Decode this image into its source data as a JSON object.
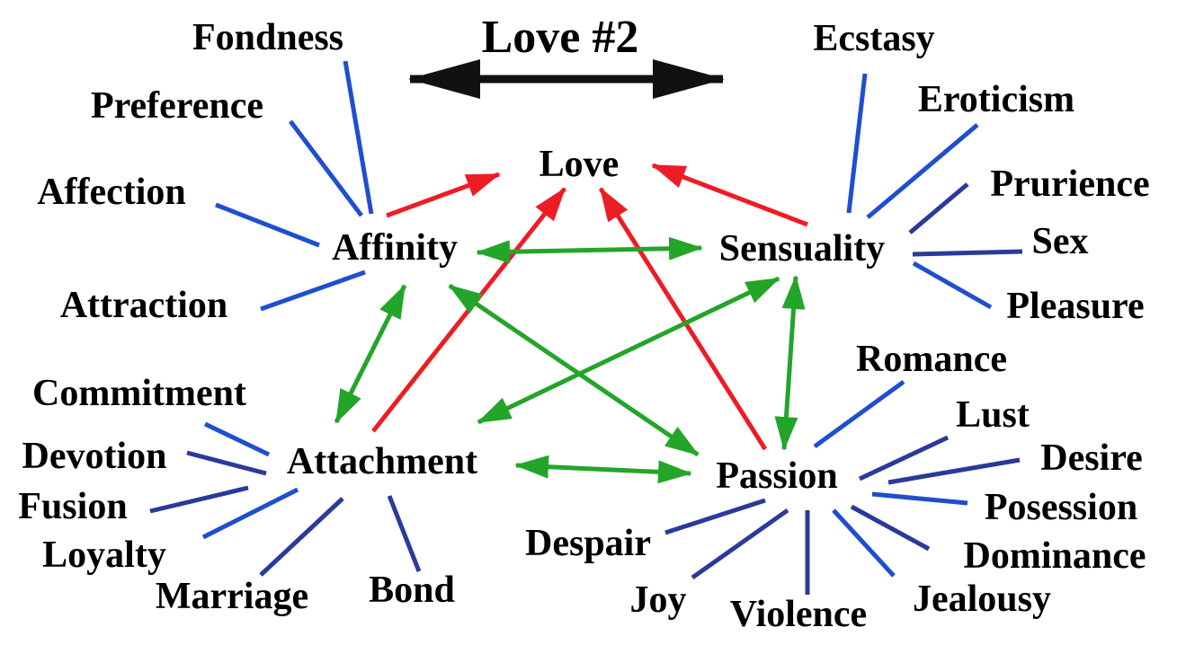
{
  "title": "Love #2",
  "center": "Love",
  "hubs": {
    "affinity": "Affinity",
    "sensuality": "Sensuality",
    "attachment": "Attachment",
    "passion": "Passion"
  },
  "affinity_terms": [
    "Fondness",
    "Preference",
    "Affection",
    "Attraction"
  ],
  "sensuality_terms": [
    "Ecstasy",
    "Eroticism",
    "Prurience",
    "Sex",
    "Pleasure"
  ],
  "attachment_terms": [
    "Commitment",
    "Devotion",
    "Fusion",
    "Loyalty",
    "Marriage",
    "Bond"
  ],
  "passion_terms": [
    "Romance",
    "Lust",
    "Desire",
    "Posession",
    "Dominance",
    "Jealousy",
    "Violence",
    "Joy",
    "Despair"
  ],
  "colors": {
    "red_arrow": "#ee1c25",
    "green_arrow": "#23a52a",
    "blue_line": "#1f4fcf",
    "navy_line": "#2b3a9a",
    "title_arrow": "#111111"
  }
}
